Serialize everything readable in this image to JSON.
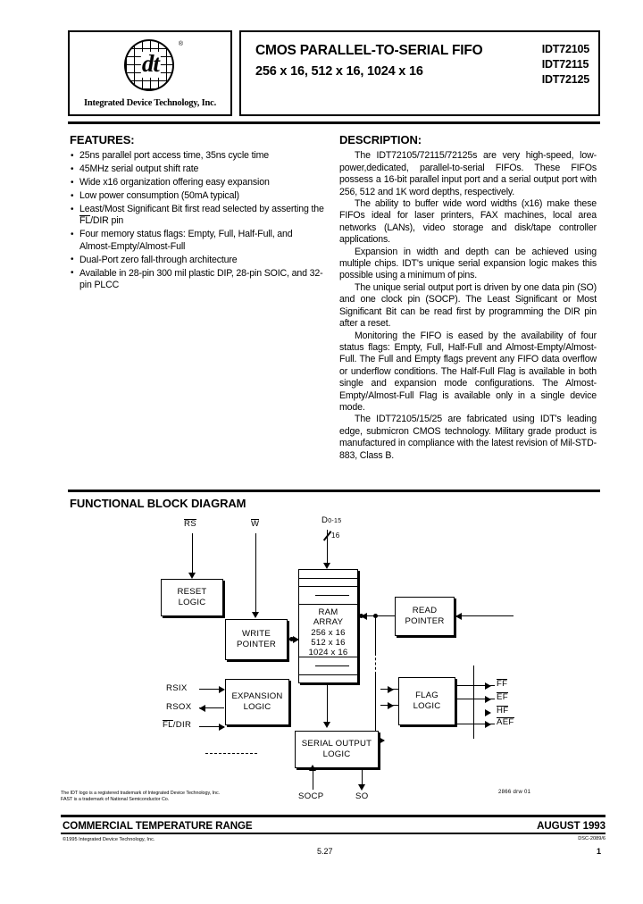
{
  "header": {
    "logo_caption": "Integrated Device Technology, Inc.",
    "logo_text": "dt",
    "registered_mark": "®",
    "title": "CMOS PARALLEL-TO-SERIAL FIFO",
    "subtitle": "256 x 16, 512 x 16, 1024 x 16",
    "part_numbers": [
      "IDT72105",
      "IDT72115",
      "IDT72125"
    ]
  },
  "features": {
    "heading": "FEATURES:",
    "items": [
      "25ns parallel port access time, 35ns cycle time",
      "45MHz serial output shift rate",
      "Wide x16 organization offering easy expansion",
      "Low power consumption (50mA typical)",
      "Least/Most Significant Bit first read selected by asserting the FL/DIR pin",
      "Four memory status flags: Empty, Full, Half-Full, and Almost-Empty/Almost-Full",
      "Dual-Port zero fall-through architecture",
      "Available in 28-pin 300 mil plastic DIP, 28-pin SOIC, and 32-pin PLCC"
    ],
    "item5_pre": "Least/Most Significant Bit first read selected by asserting the ",
    "item5_overbar": "FL",
    "item5_post": "/DIR pin"
  },
  "description": {
    "heading": "DESCRIPTION:",
    "paragraphs": [
      "The IDT72105/72115/72125s are very high-speed, low-power,dedicated, parallel-to-serial FIFOs. These FIFOs possess a 16-bit parallel input port and a serial output port with 256, 512 and 1K word depths, respectively.",
      "The ability to buffer wide word widths (x16) make these FIFOs ideal for laser printers, FAX machines, local area networks (LANs), video storage and disk/tape controller applications.",
      "Expansion in width and depth can be achieved using multiple chips. IDT's unique serial expansion logic makes this possible using a minimum of pins.",
      "The unique serial output port is driven by one data pin (SO) and one clock pin (SOCP). The Least Significant or Most Significant Bit can be read first by programming the DIR pin after a reset.",
      "Monitoring the FIFO is eased by the availability of four status flags: Empty, Full, Half-Full and Almost-Empty/Almost-Full. The Full and Empty flags prevent any FIFO data overflow or underflow conditions. The Half-Full Flag is available in both single and expansion mode configurations. The Almost-Empty/Almost-Full Flag is available only in a single device mode.",
      "The IDT72105/15/25 are fabricated using IDT's leading edge, submicron CMOS technology. Military grade product is manufactured in compliance with the latest revision of Mil-STD-883, Class B."
    ]
  },
  "block_diagram": {
    "heading": "FUNCTIONAL BLOCK DIAGRAM",
    "blocks": [
      {
        "id": "reset-logic",
        "lines": [
          "RESET",
          "LOGIC"
        ]
      },
      {
        "id": "write-pointer",
        "lines": [
          "WRITE",
          "POINTER"
        ]
      },
      {
        "id": "read-pointer",
        "lines": [
          "READ",
          "POINTER"
        ]
      },
      {
        "id": "expansion-logic",
        "lines": [
          "EXPANSION",
          "LOGIC"
        ]
      },
      {
        "id": "flag-logic",
        "lines": [
          "FLAG",
          "LOGIC"
        ]
      },
      {
        "id": "serial-output-logic",
        "lines": [
          "SERIAL OUTPUT",
          "LOGIC"
        ]
      }
    ],
    "ram_array": {
      "line1": "RAM",
      "line2": "ARRAY",
      "line3": "256 x 16",
      "line4": "512 x 16",
      "line5": "1024 x 16"
    },
    "signals": {
      "rs": "RS",
      "w": "W",
      "data_bus": "D",
      "data_bus_sub": "0-15",
      "bus_width": "16",
      "rsix": "RSIX",
      "rsox": "RSOX",
      "fl": "FL",
      "fl_dir_suffix": "/DIR",
      "socp": "SOCP",
      "so": "SO",
      "flags": [
        "FF",
        "EF",
        "HF",
        "AEF"
      ]
    },
    "drawing_number": "2866 drw 01",
    "trademark_note_line1": "The IDT logo is a registered trademark of Integrated Device Technology, Inc.",
    "trademark_note_line2": "FAST is a trademark of National Semiconductor Co."
  },
  "footer": {
    "temperature_range": "COMMERCIAL TEMPERATURE RANGE",
    "date": "AUGUST 1993",
    "copyright": "©1995 Integrated Device Technology, Inc.",
    "section_number": "5.27",
    "dsc_number": "DSC-2089/6",
    "page_number": "1"
  }
}
